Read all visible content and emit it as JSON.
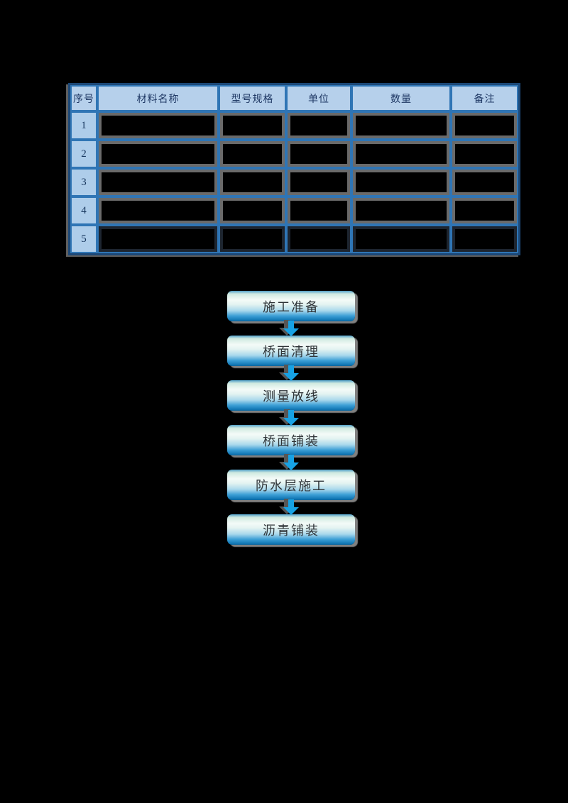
{
  "document": {
    "background": "#000000",
    "type": "construction-plan-page"
  },
  "materials_table": {
    "columns": [
      "序号",
      "材料名称",
      "型号规格",
      "单位",
      "数量",
      "备注"
    ],
    "row_numbers": [
      "1",
      "2",
      "3",
      "4",
      "5"
    ],
    "cells_redacted": true,
    "colors": {
      "header_bg": "#b6d0eb",
      "number_cell_bg": "#aecdea",
      "cell_border": "#2f75b5",
      "outer_border": "#1c4877",
      "cell_gap_gray": "#6a6a6a",
      "redaction": "#000000",
      "header_text": "#1f3864"
    }
  },
  "flowchart": {
    "steps": [
      "施工准备",
      "桥面清理",
      "测量放线",
      "桥面铺装",
      "防水层施工",
      "沥青铺装"
    ],
    "colors": {
      "arrow": "#17a2e4",
      "box_gradient_top": "#4f9fc8",
      "box_gradient_middle": "#f4fbf8",
      "box_gradient_bottom": "#1177b4",
      "box_text": "#2f3438",
      "shadow": "#808080"
    }
  }
}
